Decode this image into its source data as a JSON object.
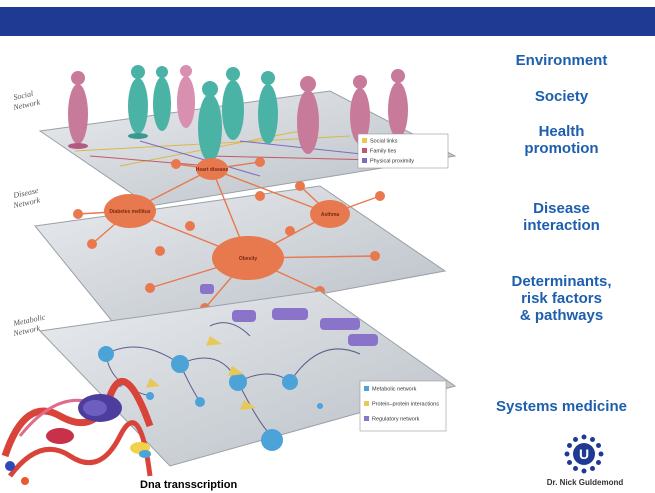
{
  "header": {
    "band_color": "#1f3a93"
  },
  "figure": {
    "layers": [
      {
        "label_line1": "Social",
        "label_line2": "Network"
      },
      {
        "label_line1": "Disease",
        "label_line2": "Network"
      },
      {
        "label_line1": "Metabolic",
        "label_line2": "Network"
      }
    ],
    "social_legend": [
      "Social links",
      "Family ties",
      "Physical proximity"
    ],
    "disease_nodes": [
      "Heart disease",
      "Diabetes mellitus",
      "Asthma",
      "Obesity"
    ],
    "metabolic_legend": [
      "Metabolic network",
      "Protein–protein interactions",
      "Regulatory network"
    ],
    "dna_caption": "Dna transscription"
  },
  "sidebar": {
    "labels": [
      {
        "lines": [
          "Environment"
        ]
      },
      {
        "lines": [
          "Society"
        ]
      },
      {
        "lines": [
          "Health",
          "promotion"
        ]
      },
      {
        "lines": [
          "Disease",
          "interaction"
        ]
      },
      {
        "lines": [
          "Determinants,",
          "risk factors",
          "& pathways"
        ]
      },
      {
        "lines": [
          "Systems medicine"
        ]
      }
    ],
    "author": "Dr. Nick Guldemond",
    "logo_letter": "U"
  },
  "colors": {
    "accent_blue": "#1d5fae",
    "people_teal": "#4bb3a6",
    "people_pink": "#c77a9a",
    "disease_orange": "#e8784e",
    "metabolic_blue": "#4ba3d8",
    "regulatory_purple": "#8a74c9"
  }
}
